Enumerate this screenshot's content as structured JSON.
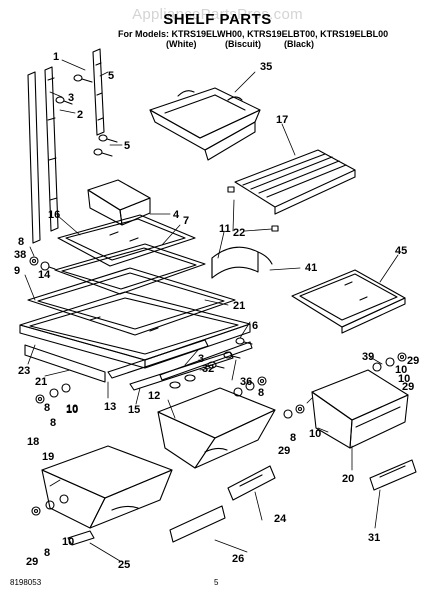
{
  "header": {
    "watermark": "AppliancePartsPros.com",
    "title": "SHELF PARTS",
    "models_prefix": "For Models:",
    "models": [
      "KTRS19ELWH00,",
      "KTRS19ELBT00,",
      "KTRS19ELBL00"
    ],
    "variants": [
      "(White)",
      "(Biscuit)",
      "(Black)"
    ]
  },
  "callouts": [
    "1",
    "5",
    "3",
    "2",
    "5",
    "35",
    "17",
    "16",
    "4",
    "7",
    "11",
    "22",
    "8",
    "38",
    "14",
    "9",
    "41",
    "45",
    "21",
    "6",
    "23",
    "39",
    "29",
    "3",
    "32",
    "10",
    "21",
    "36",
    "8",
    "29",
    "10",
    "8",
    "10",
    "12",
    "13",
    "15",
    "18",
    "8",
    "10",
    "29",
    "8",
    "19",
    "10",
    "20",
    "24",
    "29",
    "8",
    "10",
    "26",
    "25",
    "31"
  ],
  "footer": {
    "doc_number": "8198053",
    "page_number": "5"
  },
  "colors": {
    "line": "#000000",
    "watermark": "#d4d4d4",
    "background": "#ffffff"
  }
}
